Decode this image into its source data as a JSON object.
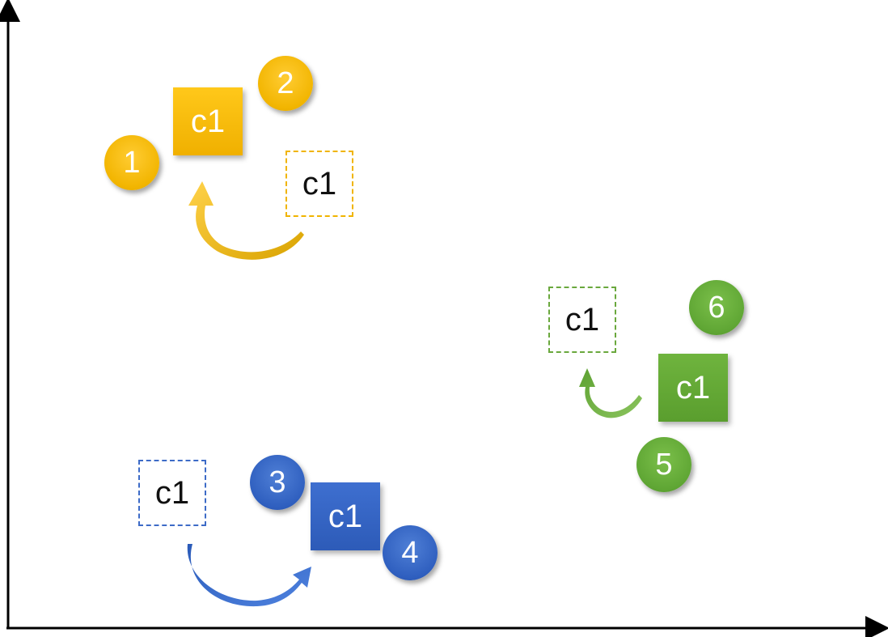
{
  "colors": {
    "yellow": "#F2B500",
    "blue": "#2F5FBF",
    "green": "#5FA634",
    "axis": "#000000"
  },
  "groups": {
    "yellow": {
      "square_label": "c1",
      "target_label": "c1",
      "points": [
        "1",
        "2"
      ]
    },
    "blue": {
      "square_label": "c1",
      "target_label": "c1",
      "points": [
        "3",
        "4"
      ]
    },
    "green": {
      "square_label": "c1",
      "target_label": "c1",
      "points": [
        "5",
        "6"
      ]
    }
  }
}
